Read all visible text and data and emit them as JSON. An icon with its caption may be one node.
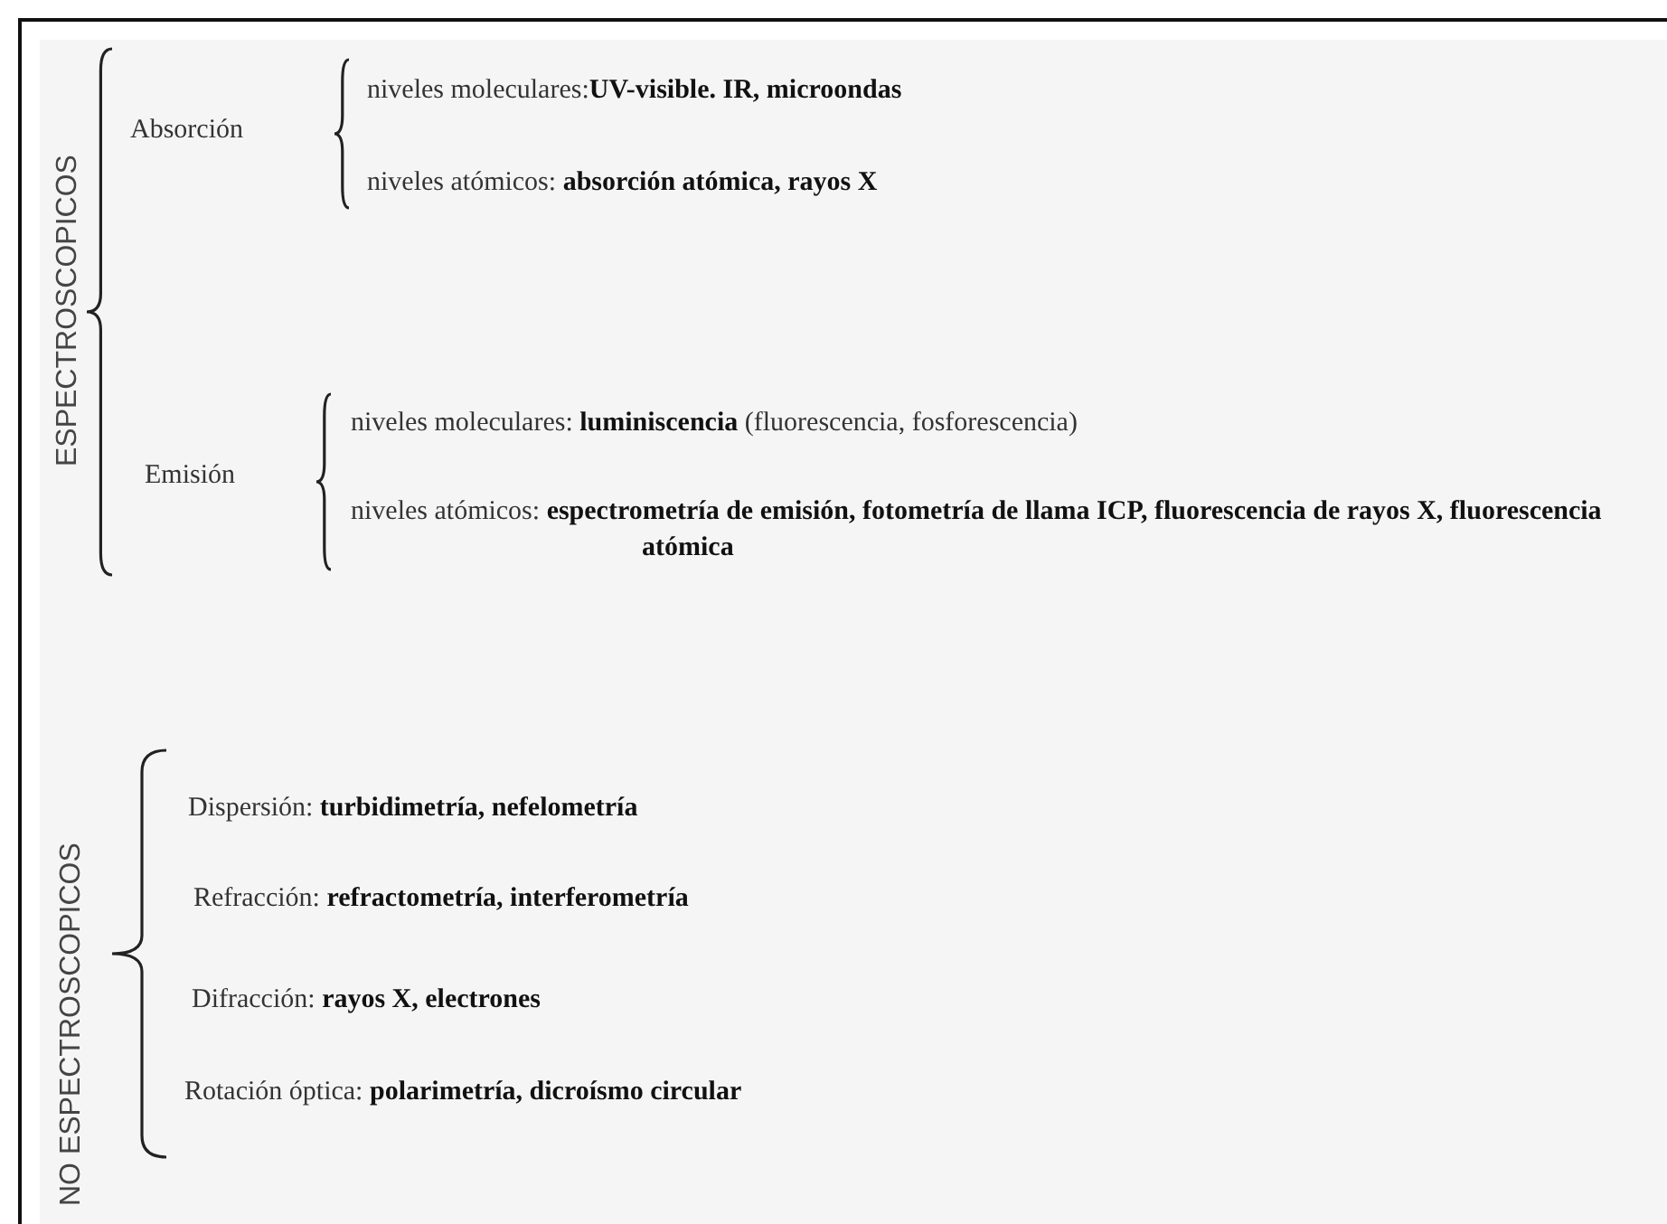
{
  "diagram": {
    "labels": [
      "ESPECTROSCOPICOS",
      "Absorción",
      "niveles moleculares:**UV-visible. IR, microondas**",
      "niveles atómicos: **absorción atómica, rayos X**",
      "Emisión",
      "niveles moleculares: **luminiscencia** (fluorescencia, fosforescencia)",
      "niveles atómicos: **espectrometría de emisión, fotometría de llama ICP, fluorescencia de rayos X, fluorescencia atómica**",
      "NO ESPECTROSCOPICOS",
      "Dispersión: **turbidimetría, nefelometría**",
      "Refracción: **refractometría, interferometría**",
      "Difracción: **rayos X, electrones**",
      "Rotación óptica: **polarimetría, dicroísmo circular**"
    ]
  }
}
